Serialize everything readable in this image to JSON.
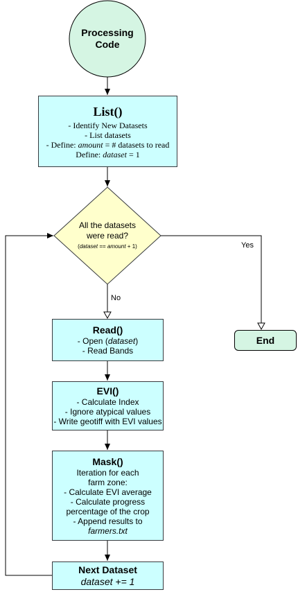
{
  "start": {
    "label_line1": "Processing",
    "label_line2": "Code"
  },
  "list": {
    "title": "List()",
    "line1": "- Identify New Datasets",
    "line2": "- List datasets",
    "line3_pre": "- Define: ",
    "line3_em": "amount",
    "line3_post": " = # datasets to read",
    "line4_pre": "Define: ",
    "line4_em": "dataset",
    "line4_post": " = 1"
  },
  "decision": {
    "line1": "All the datasets",
    "line2": "were read?",
    "cond_open": "(",
    "cond_em1": "dataset",
    "cond_mid": " == ",
    "cond_em2": "amount",
    "cond_close": " + 1)"
  },
  "edges": {
    "yes": "Yes",
    "no": "No"
  },
  "end": {
    "label": "End"
  },
  "read": {
    "title": "Read()",
    "line1_pre": "- Open (",
    "line1_em": "dataset",
    "line1_post": ")",
    "line2": "- Read Bands"
  },
  "evi": {
    "title": "EVI()",
    "line1": "- Calculate Index",
    "line2": "- Ignore atypical values",
    "line3": "- Write geotiff with EVI values"
  },
  "mask": {
    "title": "Mask()",
    "line1": "Iteration for each",
    "line2": "farm zone:",
    "line3": "- Calculate EVI average",
    "line4": "- Calculate progress",
    "line5": "percentage of the crop",
    "line6": "- Append results to",
    "line7_em": "farmers.txt"
  },
  "next": {
    "title": "Next Dataset",
    "line1": "dataset += 1"
  },
  "colors": {
    "start_fill": "#d5f5e3",
    "process_fill": "#ccffff",
    "decision_fill": "#ffffcc",
    "end_fill": "#d5f5e3",
    "stroke": "#000000"
  }
}
